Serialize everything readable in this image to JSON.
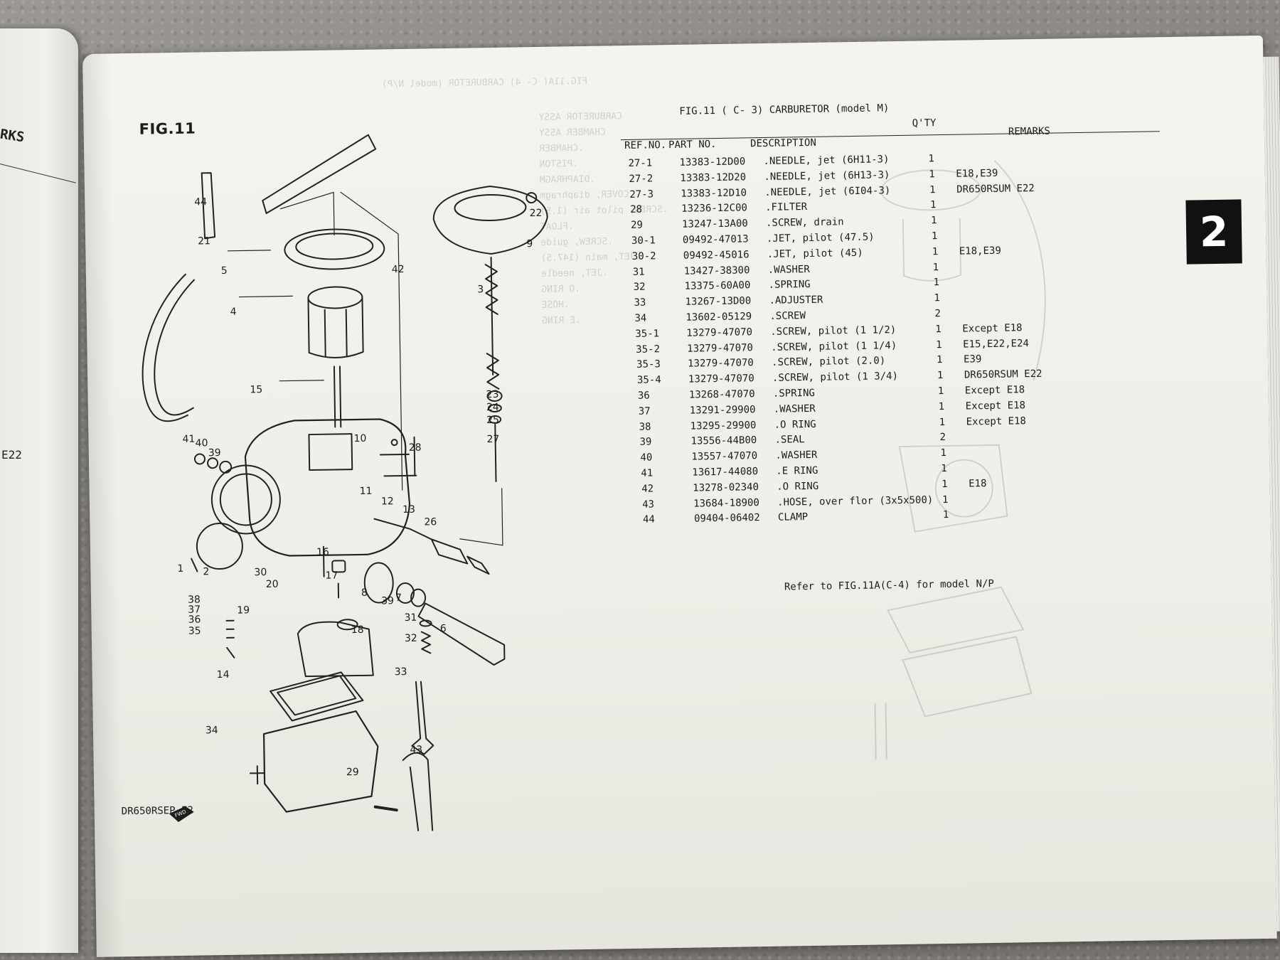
{
  "left_page": {
    "remarks": "RKS",
    "code": "E22"
  },
  "page": {
    "fig_label": "FIG.11",
    "header": "FIG.11 (  C- 3) CARBURETOR (model M)",
    "tab_number": "2",
    "model_code": "DR650RSEP E2",
    "fwd_label": "FWD",
    "footer_note": "Refer to FIG.11A(C-4) for model N/P",
    "columns": {
      "ref": "REF.NO.",
      "part": "PART NO.",
      "desc": "DESCRIPTION",
      "qty": "Q'TY",
      "remarks": "REMARKS"
    }
  },
  "parts": [
    {
      "ref": "27-1",
      "part": "13383-12D00",
      "desc": ".NEEDLE, jet (6H11-3)",
      "qty": "1",
      "remarks": ""
    },
    {
      "ref": "27-2",
      "part": "13383-12D20",
      "desc": ".NEEDLE, jet (6H13-3)",
      "qty": "1",
      "remarks": "E18,E39"
    },
    {
      "ref": "27-3",
      "part": "13383-12D10",
      "desc": ".NEEDLE, jet (6I04-3)",
      "qty": "1",
      "remarks": "DR650RSUM E22"
    },
    {
      "ref": "28",
      "part": "13236-12C00",
      "desc": ".FILTER",
      "qty": "1",
      "remarks": ""
    },
    {
      "ref": "29",
      "part": "13247-13A00",
      "desc": ".SCREW, drain",
      "qty": "1",
      "remarks": ""
    },
    {
      "ref": "30-1",
      "part": "09492-47013",
      "desc": ".JET, pilot (47.5)",
      "qty": "1",
      "remarks": ""
    },
    {
      "ref": "30-2",
      "part": "09492-45016",
      "desc": ".JET, pilot (45)",
      "qty": "1",
      "remarks": "E18,E39"
    },
    {
      "ref": "31",
      "part": "13427-38300",
      "desc": ".WASHER",
      "qty": "1",
      "remarks": ""
    },
    {
      "ref": "32",
      "part": "13375-60A00",
      "desc": ".SPRING",
      "qty": "1",
      "remarks": ""
    },
    {
      "ref": "33",
      "part": "13267-13D00",
      "desc": ".ADJUSTER",
      "qty": "1",
      "remarks": ""
    },
    {
      "ref": "34",
      "part": "13602-05129",
      "desc": ".SCREW",
      "qty": "2",
      "remarks": ""
    },
    {
      "ref": "35-1",
      "part": "13279-47070",
      "desc": ".SCREW, pilot (1 1/2)",
      "qty": "1",
      "remarks": "Except E18"
    },
    {
      "ref": "35-2",
      "part": "13279-47070",
      "desc": ".SCREW, pilot (1 1/4)",
      "qty": "1",
      "remarks": "E15,E22,E24"
    },
    {
      "ref": "35-3",
      "part": "13279-47070",
      "desc": ".SCREW, pilot (2.0)",
      "qty": "1",
      "remarks": "E39"
    },
    {
      "ref": "35-4",
      "part": "13279-47070",
      "desc": ".SCREW, pilot (1 3/4)",
      "qty": "1",
      "remarks": "DR650RSUM E22"
    },
    {
      "ref": "36",
      "part": "13268-47070",
      "desc": ".SPRING",
      "qty": "1",
      "remarks": "Except E18"
    },
    {
      "ref": "37",
      "part": "13291-29900",
      "desc": ".WASHER",
      "qty": "1",
      "remarks": "Except E18"
    },
    {
      "ref": "38",
      "part": "13295-29900",
      "desc": ".O RING",
      "qty": "1",
      "remarks": "Except E18"
    },
    {
      "ref": "39",
      "part": "13556-44B00",
      "desc": ".SEAL",
      "qty": "2",
      "remarks": ""
    },
    {
      "ref": "40",
      "part": "13557-47070",
      "desc": ".WASHER",
      "qty": "1",
      "remarks": ""
    },
    {
      "ref": "41",
      "part": "13617-44080",
      "desc": ".E RING",
      "qty": "1",
      "remarks": ""
    },
    {
      "ref": "42",
      "part": "13278-02340",
      "desc": ".O RING",
      "qty": "1",
      "remarks": "E18"
    },
    {
      "ref": "43",
      "part": "13684-18900",
      "desc": ".HOSE, over flor (3x5x500)",
      "qty": "1",
      "remarks": ""
    },
    {
      "ref": "44",
      "part": "09404-06402",
      "desc": "CLAMP",
      "qty": "1",
      "remarks": ""
    }
  ],
  "callouts": [
    "44",
    "21",
    "5",
    "4",
    "15",
    "22",
    "9",
    "42",
    "3",
    "23",
    "24",
    "25",
    "27",
    "10",
    "28",
    "41",
    "40",
    "39",
    "11",
    "12",
    "13",
    "26",
    "1",
    "2",
    "30",
    "16",
    "17",
    "8",
    "39",
    "7",
    "6",
    "38",
    "37",
    "36",
    "35",
    "20",
    "19",
    "18",
    "31",
    "32",
    "14",
    "33",
    "34",
    "43",
    "29"
  ],
  "reverse_bleed": {
    "header": "FIG.11A( C- 4) CARBURETOR (model N/P)",
    "lines": [
      "CARBURETOR ASSY",
      "CHAMBER ASSY",
      ".CHAMBER",
      ".PISTON",
      ".DIAPHRAGM",
      ".COVER, diaphragm",
      ".SCREW, pilot air (1.5)",
      ".FLOAT",
      ".SCREW, guide",
      ".JET, main (147.5)",
      ".JET, needle",
      ".O RING",
      ".HOSE",
      ".E RING"
    ]
  }
}
